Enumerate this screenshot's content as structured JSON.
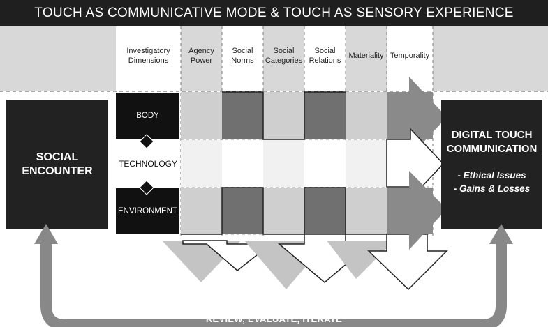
{
  "title": "TOUCH AS COMMUNICATIVE MODE & TOUCH AS SENSORY EXPERIENCE",
  "investigatory_dimensions": "Investigatory\nDimensions",
  "columns": [
    {
      "label": "Agency\nPower"
    },
    {
      "label": "Social\nNorms"
    },
    {
      "label": "Social\nCategories"
    },
    {
      "label": "Social\nRelations"
    },
    {
      "label": "Materiality"
    },
    {
      "label": "Temporality"
    }
  ],
  "rows": {
    "body": "BODY",
    "technology": "TECHNOLOGY",
    "environment": "ENVIRONMENT"
  },
  "left_box": "SOCIAL\nENCOUNTER",
  "right_box": {
    "title": "DIGITAL TOUCH\nCOMMUNICATION",
    "items": [
      "- Ethical Issues",
      "- Gains & Losses"
    ]
  },
  "bottom_label": "REVIEW, EVALUATE, ITERATE",
  "colors": {
    "dark": "#222222",
    "header_band": "#d8d8d8",
    "light_cell": "#cfcfcf",
    "dark_cell": "#707070",
    "arrow_gray": "#8a8a8a"
  }
}
